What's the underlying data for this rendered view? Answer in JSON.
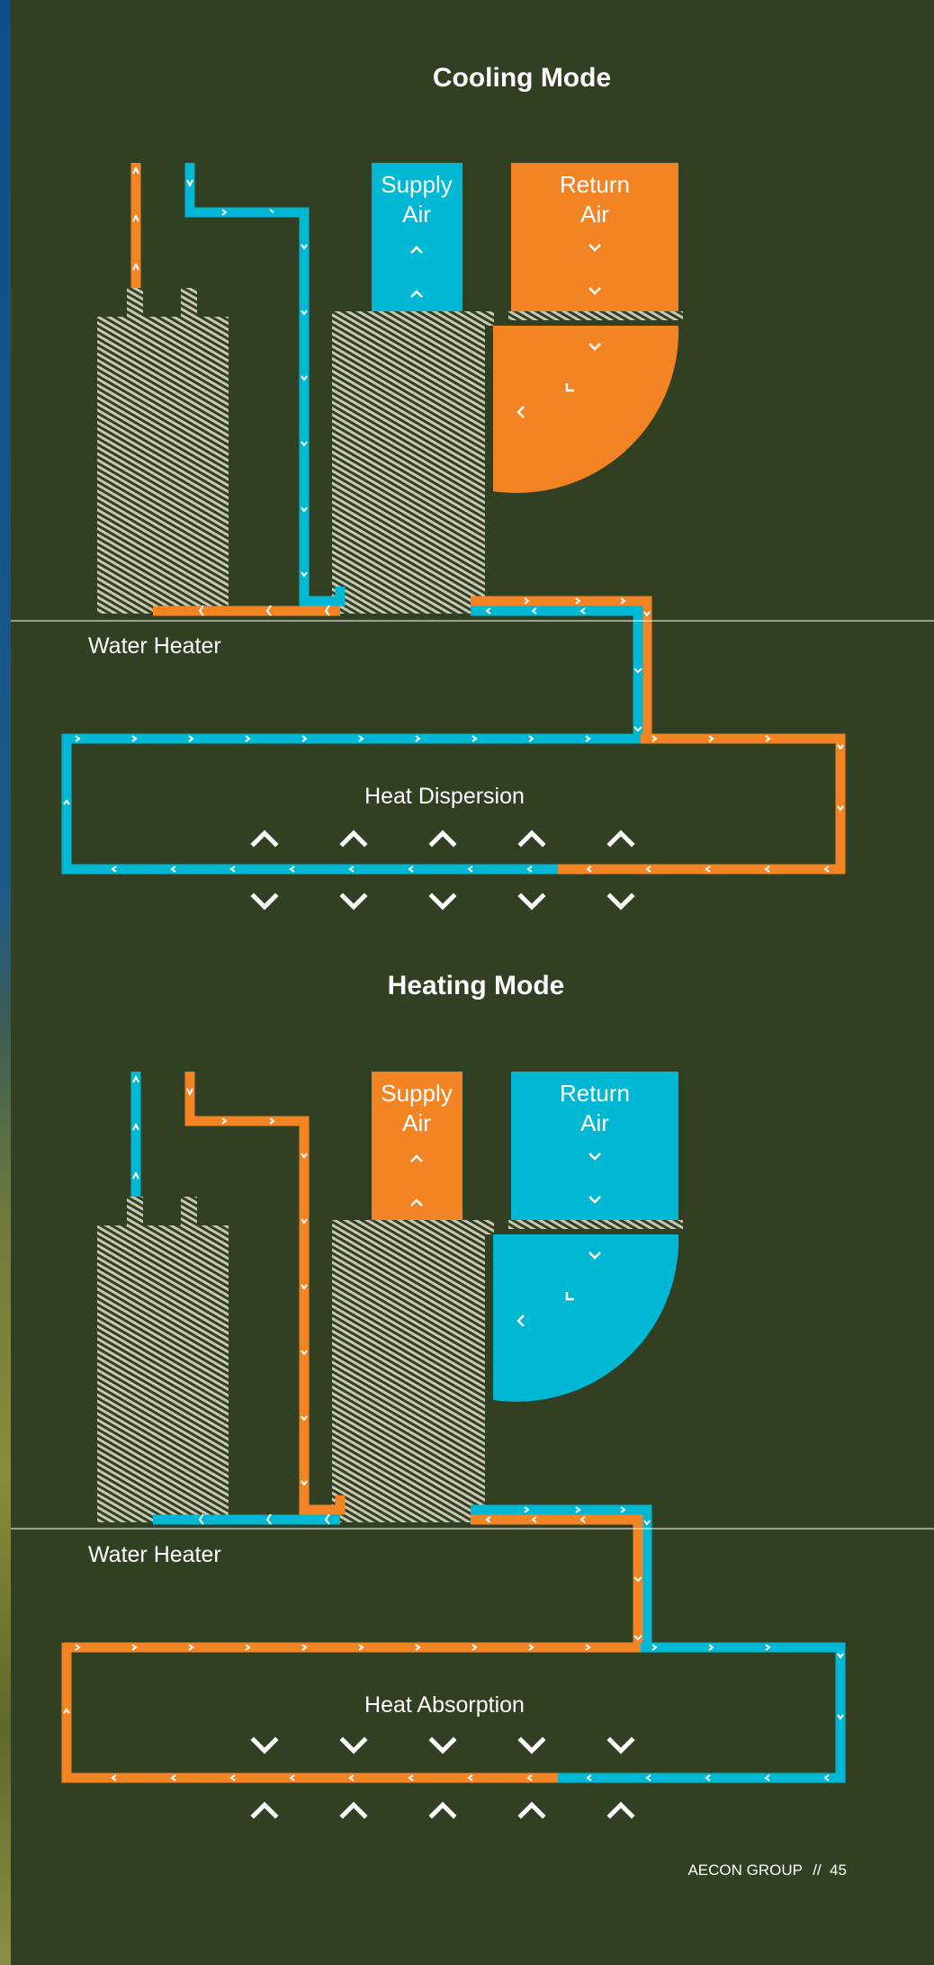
{
  "colors": {
    "background": "#314023",
    "hot": "#f38424",
    "cold": "#00b8d4",
    "white": "#ffffff",
    "hatch": "#c9c7b5"
  },
  "cooling": {
    "title": "Cooling Mode",
    "supply_air": [
      "Supply",
      "Air"
    ],
    "return_air": [
      "Return",
      "Air"
    ],
    "water_heater": "Water Heater",
    "loop_label": "Heat Dispersion"
  },
  "heating": {
    "title": "Heating Mode",
    "supply_air": [
      "Supply",
      "Air"
    ],
    "return_air": [
      "Return",
      "Air"
    ],
    "water_heater": "Water Heater",
    "loop_label": "Heat Absorption"
  },
  "footer": {
    "company": "AECON GROUP",
    "separator": "//",
    "page_number": "45"
  },
  "icons": {
    "flow": "chevron-arrow-icon",
    "heat_up": "chevron-up-icon",
    "heat_down": "chevron-down-icon"
  }
}
